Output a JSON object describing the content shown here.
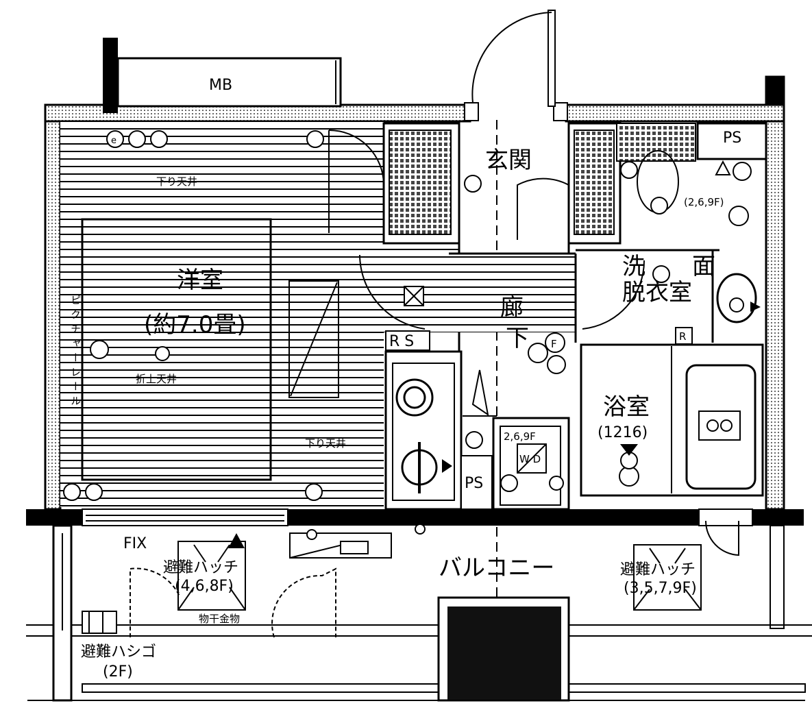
{
  "plan": {
    "mb": "MB",
    "ps": "PS",
    "ps_small": "PS",
    "entrance": "玄関",
    "hallway_1": "廊",
    "hallway_2": "下",
    "western_room": "洋室",
    "western_room_size": "(約7.0畳)",
    "ceiling_down_1": "下り天井",
    "ceiling_down_2": "下り天井",
    "ceiling_folded": "折上天井",
    "curtain_rail": "ピクチャーレール",
    "washroom_1": "洗　　面",
    "washroom_2": "脱衣室",
    "bathroom": "浴室",
    "bathroom_size": "(1216)",
    "floors_heater": "(2,6,9F)",
    "floors_wd": "2,6,9F",
    "wd": "W D",
    "fix": "FIX",
    "balcony": "バルコニー",
    "hatch_left_1": "避難ハッチ",
    "hatch_left_2": "(4,6,8F)",
    "hatch_right_1": "避難ハッチ",
    "hatch_right_2": "(3,5,7,9F)",
    "clothes_hanger": "物干金物",
    "ladder_1": "避難ハシゴ",
    "ladder_2": "(2F)",
    "rs": "R S",
    "r_mark": "R"
  }
}
